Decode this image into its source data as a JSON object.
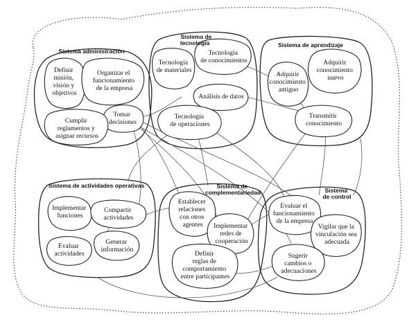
{
  "systems": [
    {
      "id": "administracion",
      "title": [
        "Sistema administración"
      ],
      "nodes": [
        {
          "id": "mision",
          "lines": [
            "Definir",
            "misión,",
            "visión y",
            "objetivos"
          ]
        },
        {
          "id": "organizar",
          "lines": [
            "Organizar el",
            "funcionamiento",
            "de la empresa"
          ]
        },
        {
          "id": "tomar",
          "lines": [
            "Tomar",
            "decisiones"
          ]
        },
        {
          "id": "cumplir",
          "lines": [
            "Cumplir",
            "reglamentos y",
            "asignar recursos"
          ]
        }
      ]
    },
    {
      "id": "tecnologia",
      "title": [
        "Sistema de",
        "tecnología"
      ],
      "nodes": [
        {
          "id": "materiales",
          "lines": [
            "Tecnología",
            "de materiales"
          ]
        },
        {
          "id": "conocimientos",
          "lines": [
            "Tecnología",
            "de conocimientos"
          ]
        },
        {
          "id": "analisis",
          "lines": [
            "Análisis de datos"
          ]
        },
        {
          "id": "operaciones",
          "lines": [
            "Tecnología",
            "de operaciones"
          ]
        }
      ]
    },
    {
      "id": "aprendizaje",
      "title": [
        "Sistema de aprendizaje"
      ],
      "nodes": [
        {
          "id": "antiguo",
          "lines": [
            "Adquirir",
            "conocimiento",
            "antiguo"
          ]
        },
        {
          "id": "nuevo",
          "lines": [
            "Adquirir",
            "conocimiento",
            "nuevo"
          ]
        },
        {
          "id": "transmitir",
          "lines": [
            "Transmitir",
            "conocimiento"
          ]
        }
      ]
    },
    {
      "id": "actividades",
      "title": [
        "Sistema de actividades operativas"
      ],
      "nodes": [
        {
          "id": "implementar",
          "lines": [
            "Implementar",
            "funciones"
          ]
        },
        {
          "id": "compartir",
          "lines": [
            "Compartir",
            "actividades"
          ]
        },
        {
          "id": "evaluar",
          "lines": [
            "Evaluar",
            "actividades"
          ]
        },
        {
          "id": "generar",
          "lines": [
            "Generar",
            "información"
          ]
        }
      ]
    },
    {
      "id": "complementariedad",
      "title": [
        "Sistema de",
        "complementariedad"
      ],
      "nodes": [
        {
          "id": "establecer",
          "lines": [
            "Establecer",
            "relaciones",
            "con otros",
            "agentes"
          ]
        },
        {
          "id": "redes",
          "lines": [
            "Implementar",
            "redes de",
            "cooperación"
          ]
        },
        {
          "id": "reglas",
          "lines": [
            "Definir",
            "reglas de",
            "comportamiento",
            "entre participantes"
          ]
        }
      ]
    },
    {
      "id": "control",
      "title": [
        "Sistema",
        "de control"
      ],
      "nodes": [
        {
          "id": "evaluar_func",
          "lines": [
            "Evaluar el",
            "funcionamiento",
            "de la empresa"
          ]
        },
        {
          "id": "vigilar",
          "lines": [
            "Vigilar que la",
            "vinculación sea",
            "adecuada"
          ]
        },
        {
          "id": "sugerir",
          "lines": [
            "Sugerir",
            "cambios o",
            "adecuaciones"
          ]
        }
      ]
    }
  ]
}
